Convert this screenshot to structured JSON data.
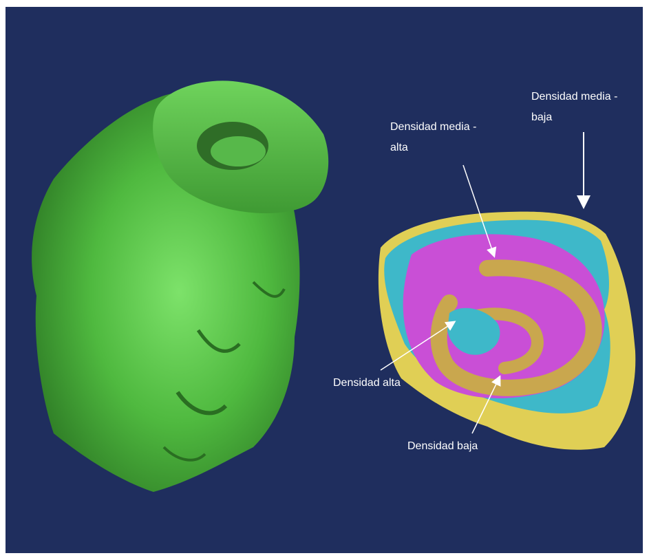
{
  "colors": {
    "background": "#1f2e5e",
    "low_density": "#e0cf55",
    "mid_low_density": "#3eb8c9",
    "mid_high_density": "#c94fd6",
    "high_density": "#c9a74e",
    "full_model": "#4fb93f"
  },
  "labels": {
    "mid_low": "Densidad media -\nbaja",
    "mid_high": "Densidad media -\nalta",
    "high": "Densidad alta",
    "low": "Densidad baja"
  }
}
